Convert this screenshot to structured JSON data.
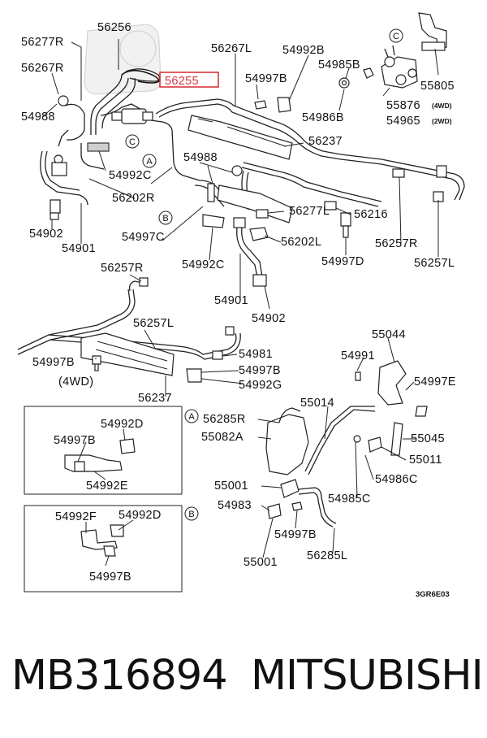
{
  "diagram": {
    "labels": {
      "56256": "56256",
      "56277R": "56277R",
      "56267R": "56267R",
      "56255": "56255",
      "56267L": "56267L",
      "54992B": "54992B",
      "54985B": "54985B",
      "54997B_a": "54997B",
      "55805": "55805",
      "54988_a": "54988",
      "56237_a": "56237",
      "54986B": "54986B",
      "55876": "55876",
      "55876_note": "(4WD)",
      "54965": "54965",
      "54965_note": "(2WD)",
      "54988_b": "54988",
      "54992C_a": "54992C",
      "56202R": "56202R",
      "56277L": "56277L",
      "56216": "56216",
      "54997C": "54997C",
      "56202L": "56202L",
      "56257R_a": "56257R",
      "54902_a": "54902",
      "54901_a": "54901",
      "54992C_b": "54992C",
      "54997D": "54997D",
      "56257L_a": "56257L",
      "54901_b": "54901",
      "54902_b": "54902",
      "56257R_b": "56257R",
      "56257L_b": "56257L",
      "54981": "54981",
      "54997B_b": "54997B",
      "54997B_c": "54997B",
      "4wd": "(4WD)",
      "54992G": "54992G",
      "56237_b": "56237",
      "55044": "55044",
      "54991": "54991",
      "54997E": "54997E",
      "55014": "55014",
      "56285R": "56285R",
      "55082A": "55082A",
      "55045": "55045",
      "55011": "55011",
      "54986C": "54986C",
      "55001_a": "55001",
      "54985C": "54985C",
      "54983": "54983",
      "54997B_d": "54997B",
      "56285L": "56285L",
      "55001_b": "55001",
      "A_54992D": "54992D",
      "A_54997B": "54997B",
      "A_54992E": "54992E",
      "B_54992F": "54992F",
      "B_54992D": "54992D",
      "B_54997B": "54997B",
      "ref_code": "3GR6E03"
    },
    "callouts": {
      "A": "A",
      "B": "B",
      "C": "C"
    },
    "highlight_color": "#d9363e"
  },
  "footer": {
    "part_number": "MB316894",
    "brand": "MITSUBISHI"
  }
}
